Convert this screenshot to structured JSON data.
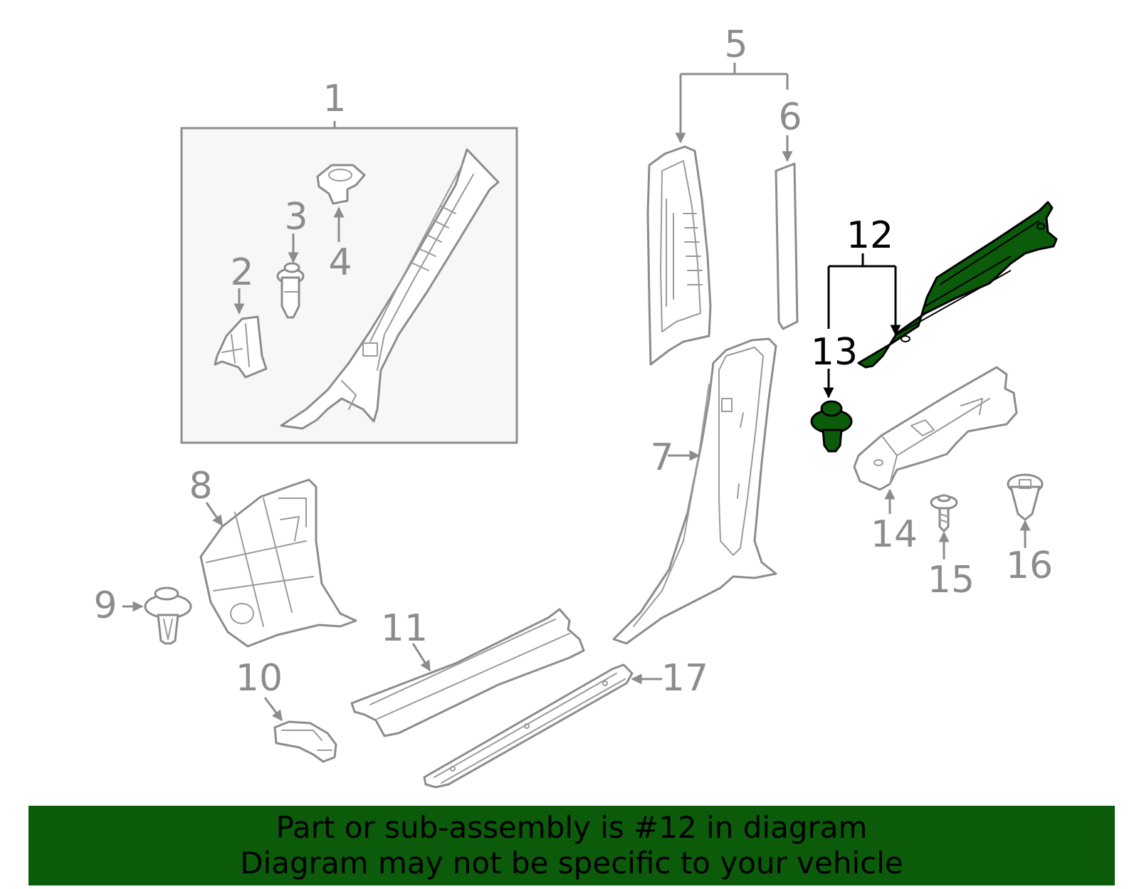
{
  "callouts": {
    "c1": "1",
    "c2": "2",
    "c3": "3",
    "c4": "4",
    "c5": "5",
    "c6": "6",
    "c7": "7",
    "c8": "8",
    "c9": "9",
    "c10": "10",
    "c11": "11",
    "c12": "12",
    "c13": "13",
    "c14": "14",
    "c15": "15",
    "c16": "16",
    "c17": "17"
  },
  "highlight": {
    "part_number": "12",
    "color": "#0b5b0b"
  },
  "banner": {
    "line1": "Part or sub-assembly is #12 in diagram",
    "line2": "Diagram may not be specific to your vehicle"
  },
  "colors": {
    "line": "#8c8c8c",
    "highlight_fill": "#0b5b0b",
    "highlight_line": "#000000",
    "box_fill": "#f7f7f7"
  }
}
